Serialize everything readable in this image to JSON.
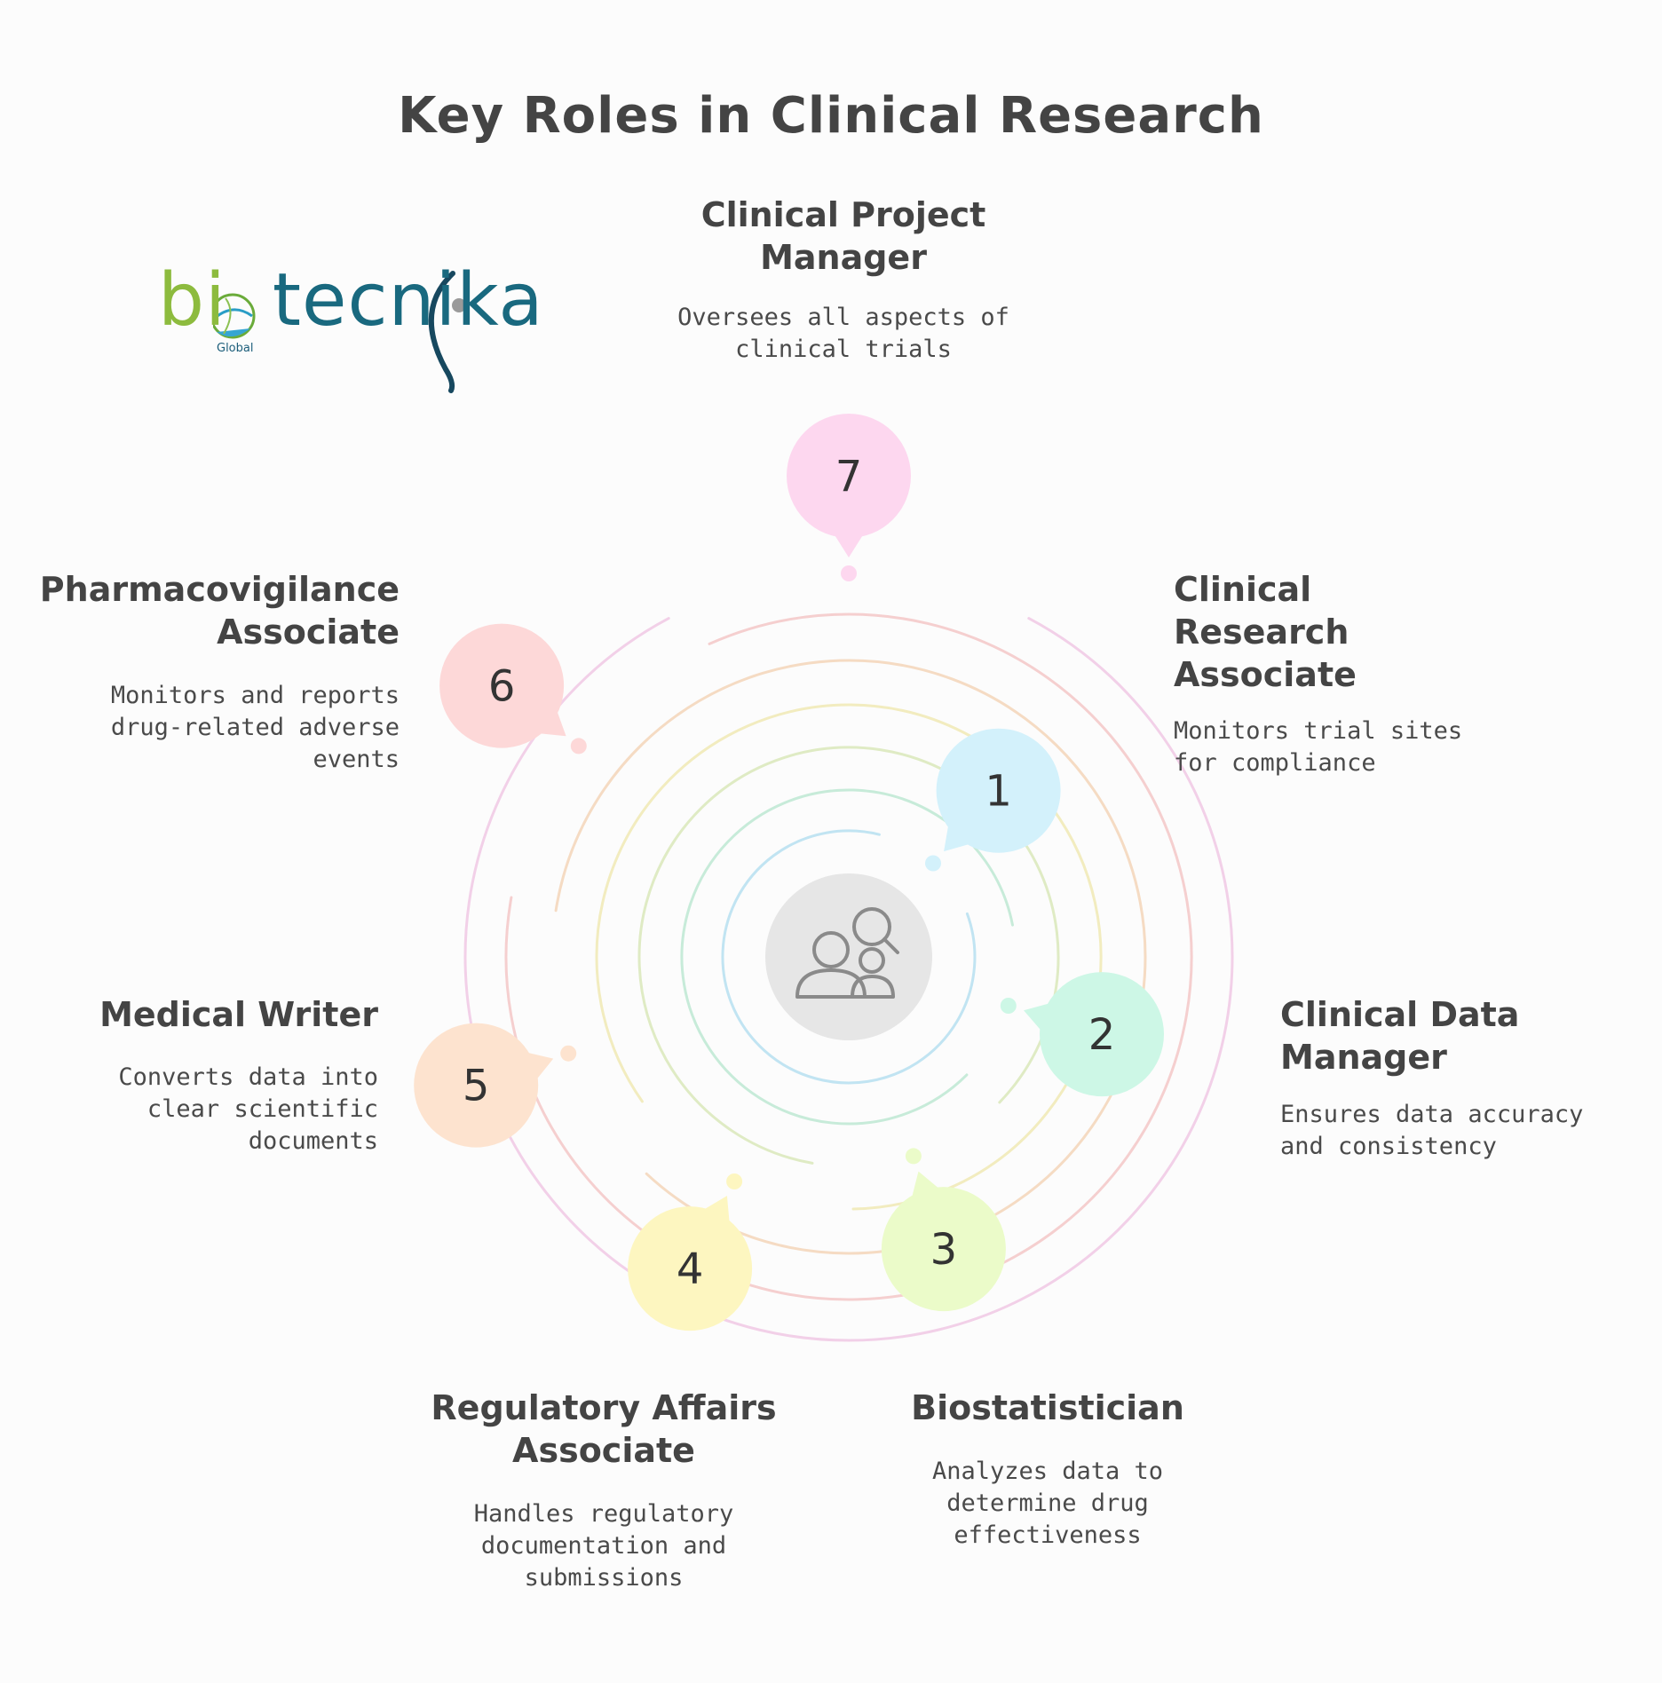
{
  "title": "Key Roles in Clinical Research",
  "logo": {
    "text_start": "bi",
    "text_end": "tecnika",
    "subtitle": "Global",
    "colors": {
      "green": "#8dbb3e",
      "teal": "#19697f"
    }
  },
  "center_icon": "people-search-icon",
  "roles": [
    {
      "number": "1",
      "title_lines": [
        "Clinical",
        "Research",
        "Associate"
      ],
      "desc_lines": [
        "Monitors trial sites",
        "for compliance"
      ],
      "color": "#d3f1fb",
      "text_color": "#29a6d8"
    },
    {
      "number": "2",
      "title_lines": [
        "Clinical Data",
        "Manager"
      ],
      "desc_lines": [
        "Ensures data accuracy",
        "and consistency"
      ],
      "color": "#cdf7e6",
      "text_color": "#3cbf7e"
    },
    {
      "number": "3",
      "title_lines": [
        "Biostatistician"
      ],
      "desc_lines": [
        "Analyzes data to",
        "determine drug",
        "effectiveness"
      ],
      "color": "#ebfbc9",
      "text_color": "#95bd32"
    },
    {
      "number": "4",
      "title_lines": [
        "Regulatory Affairs",
        "Associate"
      ],
      "desc_lines": [
        "Handles regulatory",
        "documentation and",
        "submissions"
      ],
      "color": "#fdf6c0",
      "text_color": "#d6c321"
    },
    {
      "number": "5",
      "title_lines": [
        "Medical Writer"
      ],
      "desc_lines": [
        "Converts data into",
        "clear scientific",
        "documents"
      ],
      "color": "#fde3cf",
      "text_color": "#e2862f"
    },
    {
      "number": "6",
      "title_lines": [
        "Pharmacovigilance",
        "Associate"
      ],
      "desc_lines": [
        "Monitors and reports",
        "drug-related adverse",
        "events"
      ],
      "color": "#fdd8d8",
      "text_color": "#e35b59"
    },
    {
      "number": "7",
      "title_lines": [
        "Clinical Project",
        "Manager"
      ],
      "desc_lines": [
        "Oversees all aspects of",
        "clinical trials"
      ],
      "color": "#fdd7ef",
      "text_color": "#d95cb3"
    }
  ]
}
